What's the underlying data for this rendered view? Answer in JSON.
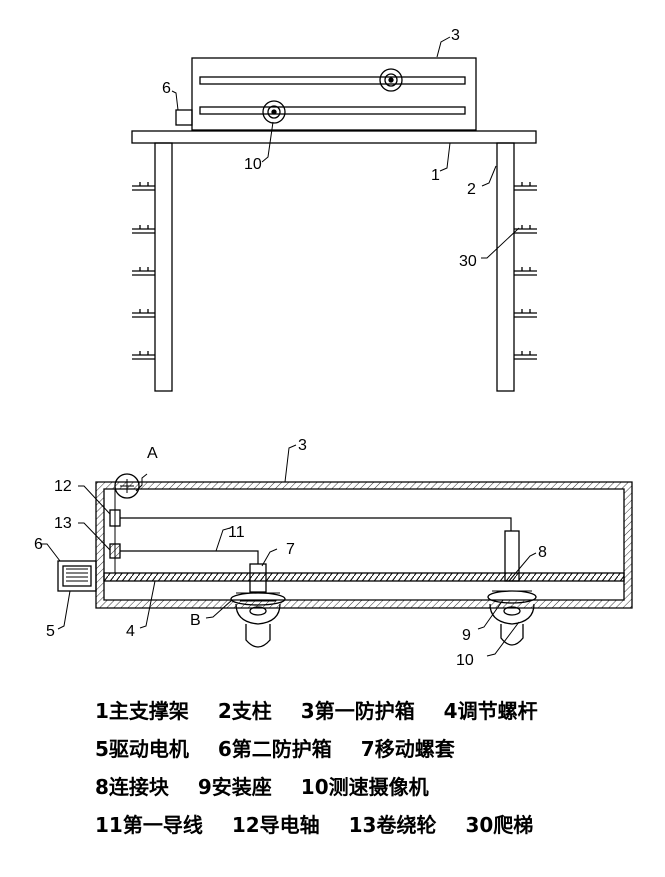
{
  "figure1": {
    "callouts": {
      "c3": "3",
      "c6": "6",
      "c10": "10",
      "c1": "1",
      "c2": "2",
      "c30": "30"
    }
  },
  "figure2": {
    "callouts": {
      "A": "A",
      "c3": "3",
      "c12": "12",
      "c13": "13",
      "c11": "11",
      "c6": "6",
      "c7": "7",
      "c8": "8",
      "c5": "5",
      "c4": "4",
      "B": "B",
      "c9": "9",
      "c10": "10"
    }
  },
  "legend": {
    "lines": [
      [
        "1主支撑架",
        "2支柱",
        "3第一防护箱",
        "4调节螺杆"
      ],
      [
        "5驱动电机",
        "6第二防护箱",
        "7移动螺套"
      ],
      [
        "8连接块",
        "9安装座",
        "10测速摄像机"
      ],
      [
        "11第一导线",
        "12导电轴",
        "13卷绕轮",
        "30爬梯"
      ]
    ]
  }
}
